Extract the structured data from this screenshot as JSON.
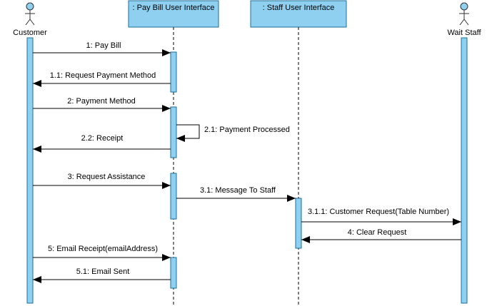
{
  "colors": {
    "activation_fill": "#8fd0f0",
    "activation_stroke": "#1f6f9a",
    "header_fill": "#8fd0f0",
    "actor_stroke": "#333333",
    "line": "#000000"
  },
  "participants": {
    "customer": {
      "label": "Customer",
      "kind": "actor"
    },
    "pay_bill_ui": {
      "label": ": Pay Bill User Interface",
      "kind": "object"
    },
    "staff_ui": {
      "label": ": Staff User Interface",
      "kind": "object"
    },
    "wait_staff": {
      "label": "Wait Staff",
      "kind": "actor"
    }
  },
  "messages": [
    {
      "label": "1: Pay Bill",
      "from": "customer",
      "to": "pay_bill_ui",
      "type": "call"
    },
    {
      "label": "1.1: Request Payment Method",
      "from": "pay_bill_ui",
      "to": "customer",
      "type": "call"
    },
    {
      "label": "2: Payment Method",
      "from": "customer",
      "to": "pay_bill_ui",
      "type": "call"
    },
    {
      "label": "2.1: Payment Processed",
      "from": "pay_bill_ui",
      "to": "pay_bill_ui",
      "type": "self"
    },
    {
      "label": "2.2: Receipt",
      "from": "pay_bill_ui",
      "to": "customer",
      "type": "call"
    },
    {
      "label": "3: Request Assistance",
      "from": "customer",
      "to": "pay_bill_ui",
      "type": "call"
    },
    {
      "label": "3.1: Message To Staff",
      "from": "pay_bill_ui",
      "to": "staff_ui",
      "type": "call"
    },
    {
      "label": "3.1.1: Customer Request(Table Number)",
      "from": "staff_ui",
      "to": "wait_staff",
      "type": "call"
    },
    {
      "label": "4: Clear Request",
      "from": "wait_staff",
      "to": "staff_ui",
      "type": "call"
    },
    {
      "label": "5: Email Receipt(emailAddress)",
      "from": "customer",
      "to": "pay_bill_ui",
      "type": "call"
    },
    {
      "label": "5.1: Email Sent",
      "from": "pay_bill_ui",
      "to": "customer",
      "type": "call"
    }
  ]
}
